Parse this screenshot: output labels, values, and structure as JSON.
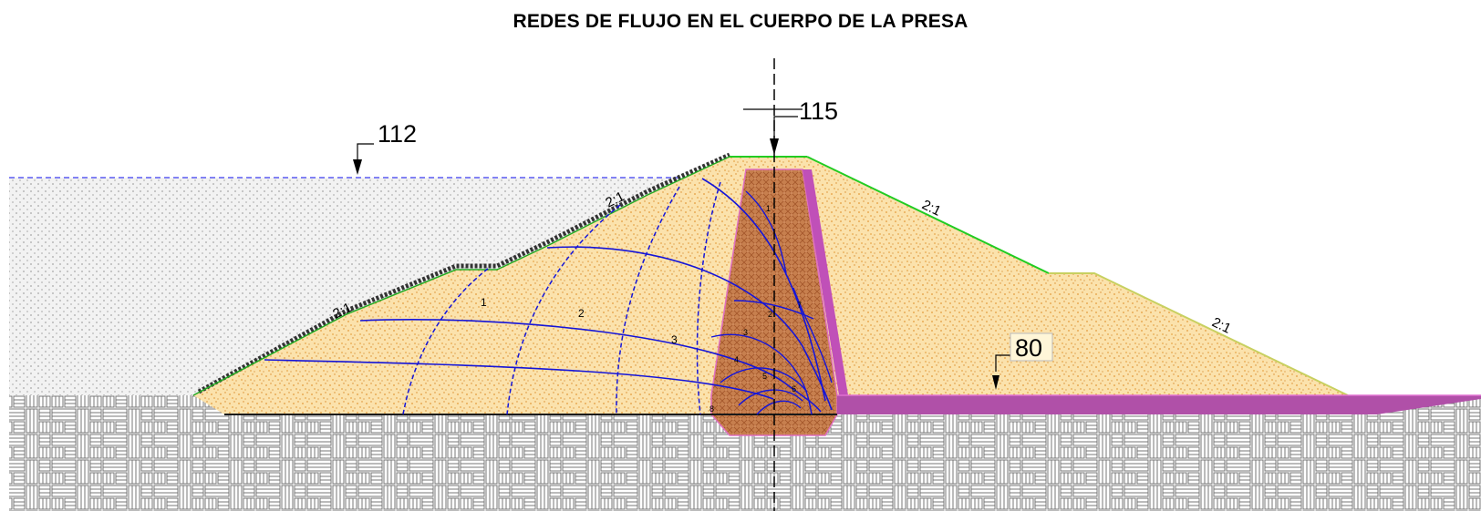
{
  "title": "REDES DE FLUJO EN EL CUERPO DE LA PRESA",
  "elevations": {
    "water_level": "112",
    "crest": "115",
    "drain": "80"
  },
  "slopes": {
    "upstream_upper": "2:1",
    "upstream_lower": "2:1",
    "downstream_upper": "2:1",
    "downstream_lower": "2:1"
  },
  "flow_channels": [
    "1",
    "2",
    "3"
  ],
  "core_channels": [
    "1",
    "2",
    "3",
    "4",
    "5",
    "6",
    "7",
    "8"
  ],
  "colors": {
    "water": "#d8d8d8",
    "shell": "#f6d79a",
    "core": "#c0784a",
    "filter": "#c050b8",
    "flowlines": "#1010d0",
    "ground": "#ffffff",
    "slope_line": "#22cc22"
  }
}
